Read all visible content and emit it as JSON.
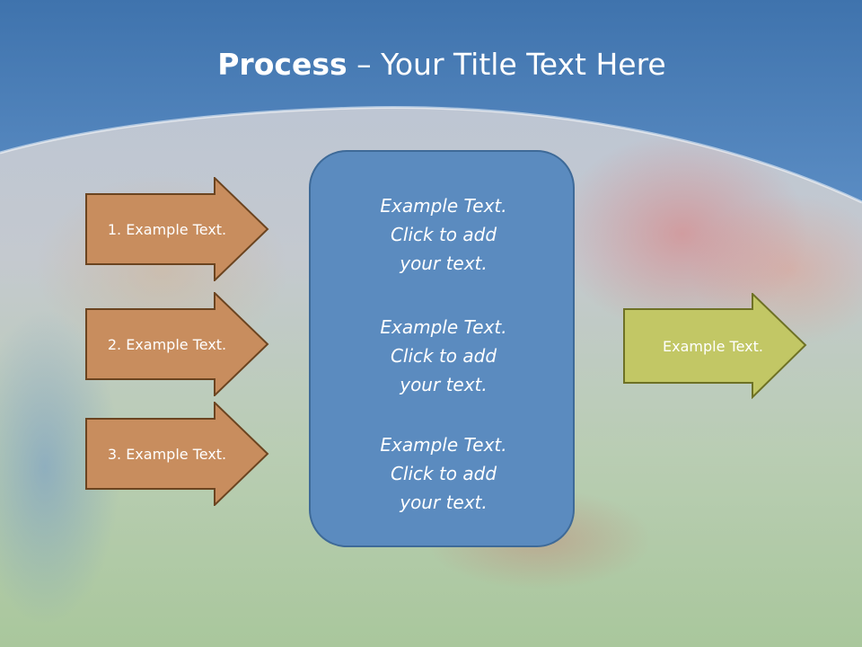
{
  "slide": {
    "title_bold": "Process",
    "title_rest": " – Your Title Text Here",
    "left_arrows": [
      {
        "label": "1. Example Text."
      },
      {
        "label": "2. Example Text."
      },
      {
        "label": "3. Example Text."
      }
    ],
    "center_blocks": [
      {
        "line1": "Example Text.",
        "line2": "Click  to add",
        "line3": "your text."
      },
      {
        "line1": "Example Text.",
        "line2": "Click  to add",
        "line3": "your text."
      },
      {
        "line1": "Example Text.",
        "line2": "Click  to add",
        "line3": "your text."
      }
    ],
    "right_arrow": {
      "label": "Example Text."
    }
  },
  "colors": {
    "header_blue": "#4a7cb4",
    "left_arrow_fill": "#c88d5e",
    "left_arrow_border": "#6b4420",
    "center_box_fill": "#5b8bbf",
    "right_arrow_fill": "#c2c765",
    "right_arrow_border": "#6e7125"
  }
}
